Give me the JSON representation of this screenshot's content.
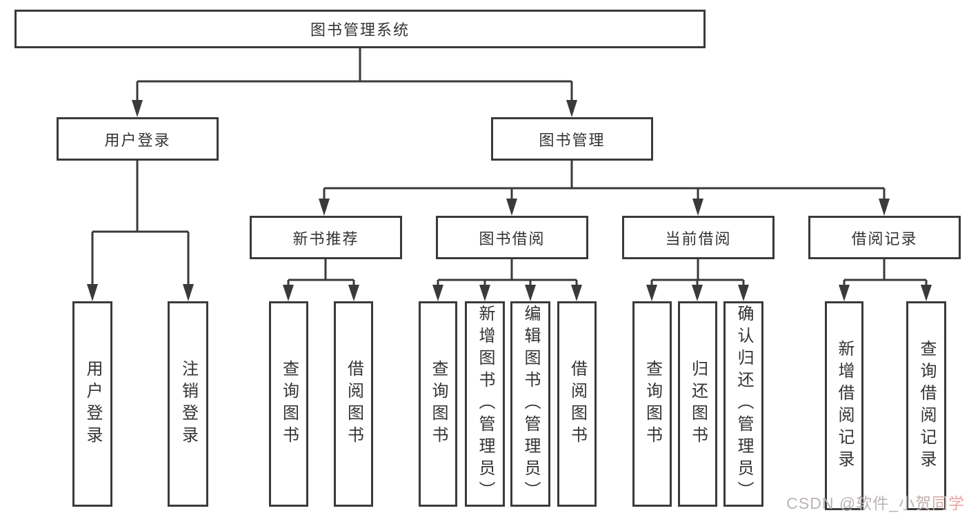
{
  "diagram": {
    "title": "图书管理系统",
    "root": {
      "label": "图书管理系统"
    },
    "level2": [
      {
        "label": "用户登录"
      },
      {
        "label": "图书管理"
      }
    ],
    "level3": [
      {
        "label": "新书推荐"
      },
      {
        "label": "图书借阅"
      },
      {
        "label": "当前借阅"
      },
      {
        "label": "借阅记录"
      }
    ],
    "leaves": {
      "user_login": [
        {
          "label": "用户登录"
        },
        {
          "label": "注销登录"
        }
      ],
      "new_book": [
        {
          "label": "查询图书"
        },
        {
          "label": "借阅图书"
        }
      ],
      "book_borrow": [
        {
          "label": "查询图书"
        },
        {
          "label": "新增图书（管理员）"
        },
        {
          "label": "编辑图书（管理员）"
        },
        {
          "label": "借阅图书"
        }
      ],
      "current_borrow": [
        {
          "label": "查询图书"
        },
        {
          "label": "归还图书"
        },
        {
          "label": "确认归还（管理员）"
        }
      ],
      "borrow_record": [
        {
          "label": "新增借阅记录"
        },
        {
          "label": "查询借阅记录"
        }
      ]
    },
    "colors": {
      "line": "#3a3a3a",
      "border": "#3a3a3a",
      "text": "#333333",
      "background": "#ffffff",
      "watermark_gray": "#b9b2b2",
      "watermark_pink": "#eda3a3"
    },
    "watermark": "CSDN @软件_小贺同学"
  }
}
